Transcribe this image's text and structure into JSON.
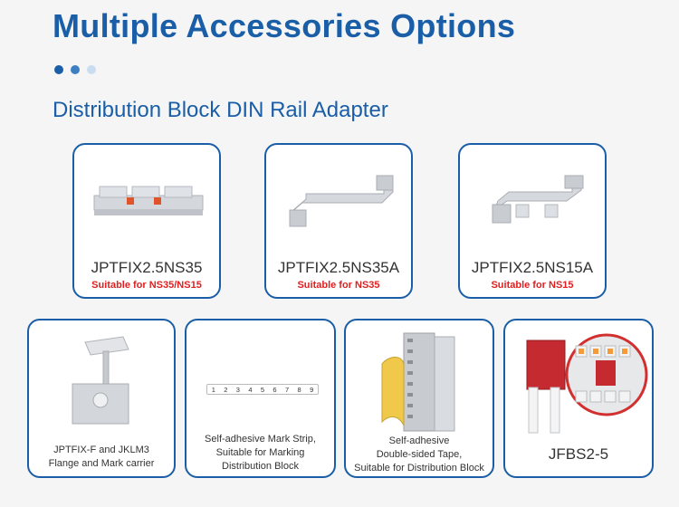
{
  "title": "Multiple Accessories Options",
  "subtitle": "Distribution Block DIN Rail Adapter",
  "colors": {
    "brand_blue": "#1a5ea8",
    "accent_red": "#e02020",
    "dot_light": "#a9c7e8"
  },
  "top_row": [
    {
      "name": "JPTFIX2.5NS35",
      "note": "Suitable for NS35/NS15"
    },
    {
      "name": "JPTFIX2.5NS35A",
      "note": "Suitable for NS35"
    },
    {
      "name": "JPTFIX2.5NS15A",
      "note": "Suitable for NS15"
    }
  ],
  "bottom_row": [
    {
      "lines": [
        "JPTFIX-F and JKLM3",
        "Flange and Mark carrier"
      ]
    },
    {
      "lines": [
        "Self-adhesive Mark Strip,",
        "Suitable for Marking",
        "Distribution Block"
      ]
    },
    {
      "lines": [
        "Self-adhesive",
        "Double-sided Tape,",
        "Suitable for Distribution Block"
      ]
    },
    {
      "name": "JFBS2-5"
    }
  ],
  "strip_numbers": [
    "1",
    "2",
    "3",
    "4",
    "5",
    "6",
    "7",
    "8",
    "9"
  ]
}
